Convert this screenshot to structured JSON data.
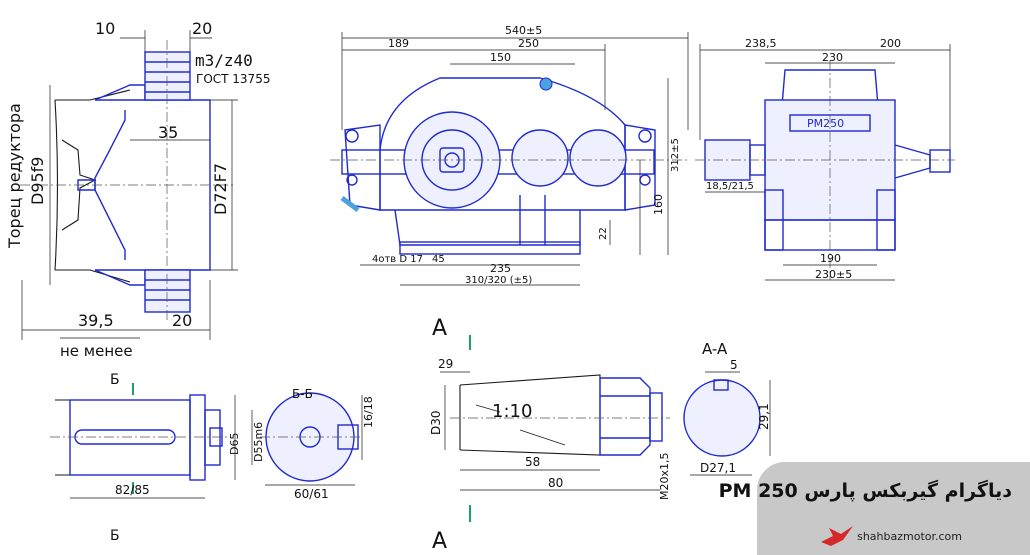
{
  "labels": {
    "d10": "10",
    "d20_top": "20",
    "module": "m3/z40",
    "gost": "ГОСТ 13755",
    "reducer_face": "Торец редуктора",
    "d95": "D95f9",
    "d35": "35",
    "d72": "D72F7",
    "d39": "39,5",
    "d20_bot": "20",
    "not_less": "не менее",
    "d540": "540±5",
    "d189": "189",
    "d250": "250",
    "d150": "150",
    "d312": "312±5",
    "d160": "160",
    "d22": "22",
    "d4holes": "4отв D 17",
    "d45": "45",
    "d235": "235",
    "d310": "310/320 (±5)",
    "d238": "238,5",
    "d200": "200",
    "d230": "230",
    "d18": "18,5/21,5",
    "d190": "190",
    "d230b": "230±5",
    "plate": "PM250",
    "secB_top": "Б",
    "secB_bot": "Б",
    "d65": "D65",
    "d55": "D55m6",
    "d82": "82/85",
    "secBB": "Б-Б",
    "d16": "16/18",
    "d60": "60/61",
    "secA_top": "A",
    "secA_bot": "A",
    "d29": "29",
    "d30": "D30",
    "taper": "1:10",
    "d58": "58",
    "d80": "80",
    "m20": "M20x1,5",
    "secAA": "A-A",
    "d5": "5",
    "d29_1": "29,1",
    "d27": "D27,1"
  },
  "banner": {
    "title": "دیاگرام گیربکس پارس PM 250",
    "url": "shahbazmotor.com",
    "brand_color": "#d62828"
  },
  "colors": {
    "line": "#1a1a1a",
    "part": "#1f2ad0",
    "section_mark": "#1aa06a",
    "banner_bg": "#c8c8c8"
  }
}
